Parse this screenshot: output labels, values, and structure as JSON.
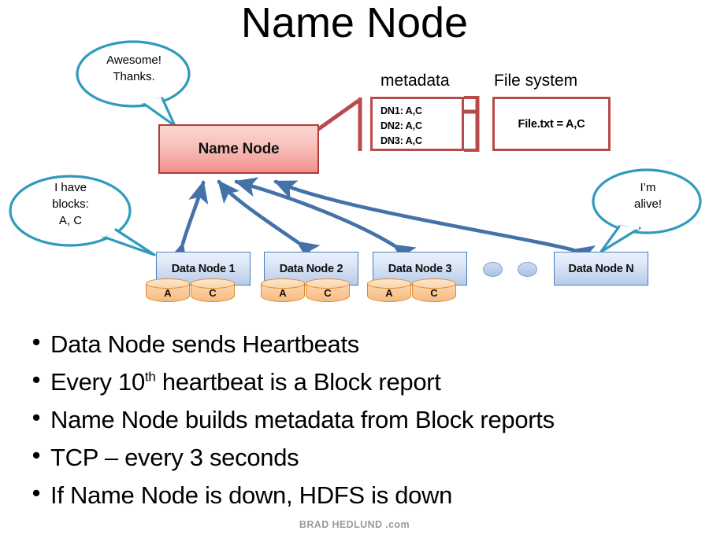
{
  "slide": {
    "title": "Name Node",
    "footer": "BRAD HEDLUND .com"
  },
  "colors": {
    "namenode_fill_top": "#fbd5d2",
    "namenode_fill_bottom": "#f1908b",
    "namenode_border": "#b23b3b",
    "datanode_fill_top": "#eaf1fb",
    "datanode_fill_bottom": "#b6cbea",
    "datanode_border": "#4a7ebb",
    "block_fill": "#f9c896",
    "block_border": "#d98a33",
    "arrow_blue": "#4472a8",
    "connector_red": "#b94a4a",
    "bubble_outline": "#2f9bbc",
    "footer_text": "#9a9a9a"
  },
  "namenode": {
    "label": "Name Node"
  },
  "metadata": {
    "heading": "metadata",
    "lines": [
      "DN1: A,C",
      "DN2: A,C",
      "DN3: A,C"
    ]
  },
  "filesystem": {
    "heading": "File system",
    "entry": "File.txt = A,C"
  },
  "datanodes": [
    {
      "label": "Data Node 1",
      "blocks": [
        "A",
        "C"
      ]
    },
    {
      "label": "Data Node 2",
      "blocks": [
        "A",
        "C"
      ]
    },
    {
      "label": "Data Node 3",
      "blocks": [
        "A",
        "C"
      ]
    },
    {
      "label": "Data Node N",
      "blocks": []
    }
  ],
  "ellipsis_dots": 2,
  "bubbles": [
    {
      "name": "awesome-thanks",
      "text": "Awesome!\nThanks."
    },
    {
      "name": "i-have-blocks",
      "text": "I have\nblocks:\nA, C"
    },
    {
      "name": "im-alive",
      "text": "I’m\nalive!"
    }
  ],
  "bullets": [
    {
      "pre": "Data Node sends Heartbeats",
      "sup": "",
      "post": ""
    },
    {
      "pre": "Every 10",
      "sup": "th",
      "post": " heartbeat is a Block report"
    },
    {
      "pre": "Name Node builds metadata from Block reports",
      "sup": "",
      "post": ""
    },
    {
      "pre": "TCP – every 3 seconds",
      "sup": "",
      "post": ""
    },
    {
      "pre": "If Name Node is down, HDFS is down",
      "sup": "",
      "post": ""
    }
  ],
  "bullet_marker": "•"
}
